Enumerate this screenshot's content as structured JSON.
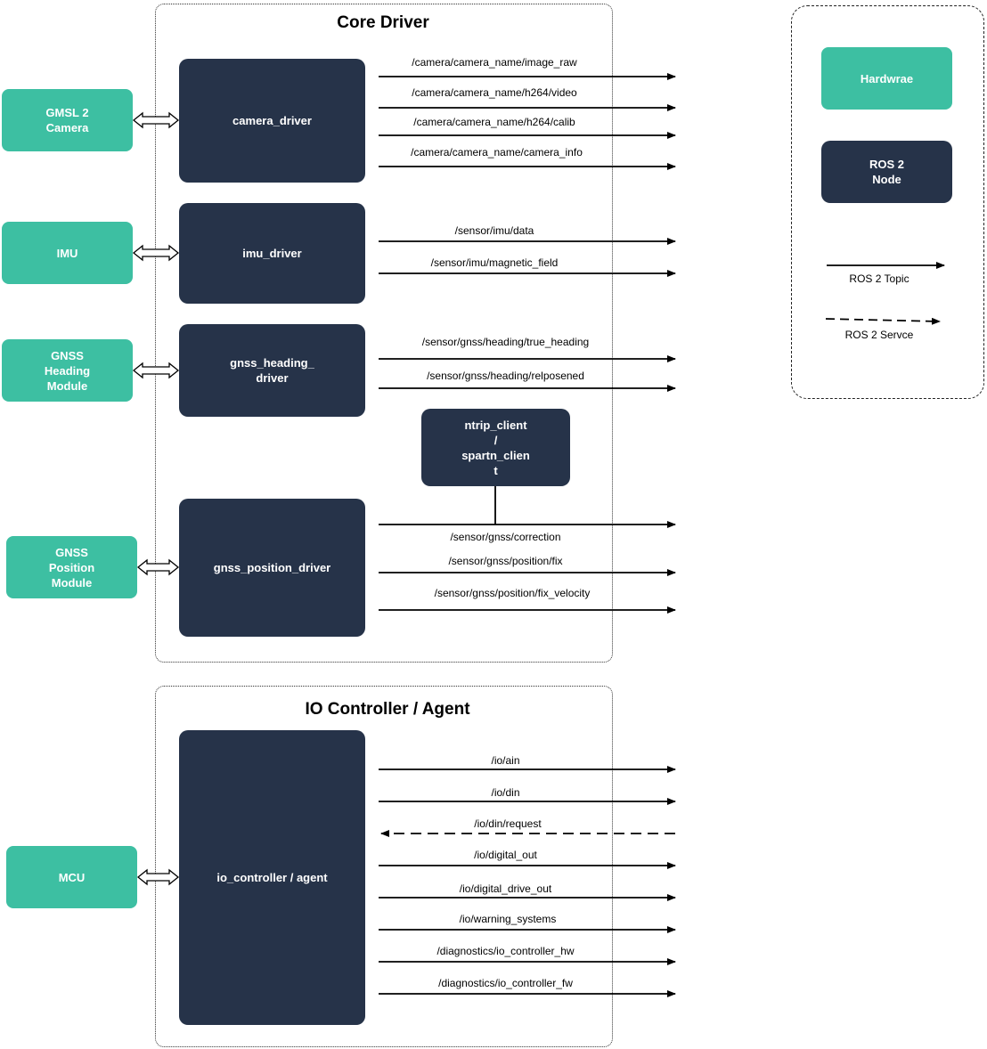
{
  "core_driver": {
    "title": "Core Driver",
    "nodes": {
      "camera": "camera_driver",
      "imu": "imu_driver",
      "heading": "gnss_heading_\ndriver",
      "position": "gnss_position_driver",
      "ntrip": "ntrip_client\n/\nspartn_clien\nt"
    },
    "hardware": {
      "camera": "GMSL 2\nCamera",
      "imu": "IMU",
      "heading": "GNSS\nHeading\nModule",
      "position": "GNSS\nPosition\nModule"
    },
    "topics": {
      "camera": [
        "/camera/camera_name/image_raw",
        "/camera/camera_name/h264/video",
        "/camera/camera_name/h264/calib",
        "/camera/camera_name/camera_info"
      ],
      "imu": [
        "/sensor/imu/data",
        "/sensor/imu/magnetic_field"
      ],
      "heading": [
        "/sensor/gnss/heading/true_heading",
        "/sensor/gnss/heading/relposened"
      ],
      "position": [
        "/sensor/gnss/correction",
        "/sensor/gnss/position/fix",
        "/sensor/gnss/position/fix_velocity"
      ]
    }
  },
  "io_controller": {
    "title": "IO Controller / Agent",
    "node": "io_controller / agent",
    "hardware": "MCU",
    "topics": [
      "/io/ain",
      "/io/din",
      "/io/din/request",
      "/io/digital_out",
      "/io/digital_drive_out",
      "/io/warning_systems",
      "/diagnostics/io_controller_hw",
      "/diagnostics/io_controller_fw"
    ]
  },
  "legend": {
    "hardware": "Hardwrae",
    "node": "ROS 2\nNode",
    "topic": "ROS 2 Topic",
    "service": "ROS 2 Servce"
  },
  "colors": {
    "hardware": "#3dbfa2",
    "node": "#263349"
  }
}
